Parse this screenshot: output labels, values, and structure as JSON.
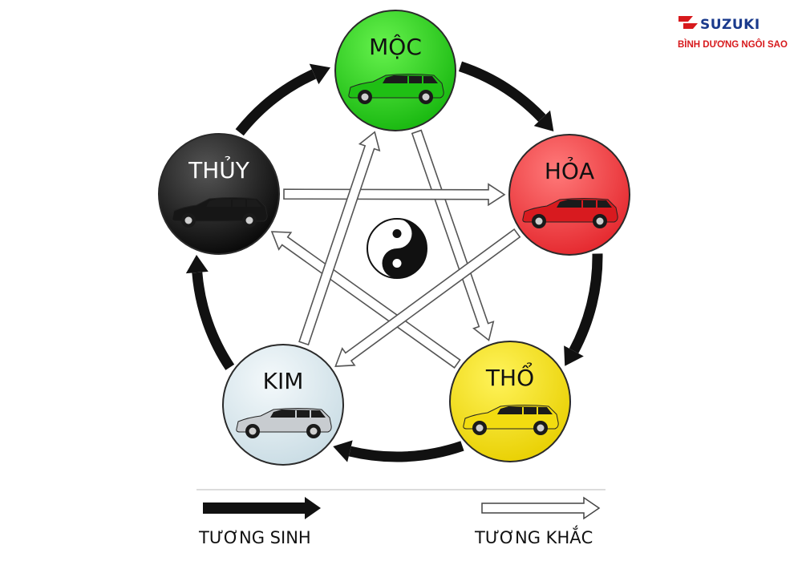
{
  "brand": {
    "name": "SUZUKI",
    "subtitle": "BÌNH DƯƠNG NGÔI SAO",
    "color": "#1a3a8c",
    "accent": "#d7191c"
  },
  "elements": [
    {
      "id": "moc",
      "label": "MỘC",
      "fill_light": "#66f24d",
      "fill_dark": "#16b60e",
      "car_color": "#1fbf14",
      "text_color": "#111111"
    },
    {
      "id": "hoa",
      "label": "HỎA",
      "fill_light": "#ff7a7a",
      "fill_dark": "#e4262c",
      "car_color": "#d81a1f",
      "text_color": "#111111"
    },
    {
      "id": "tho",
      "label": "THỔ",
      "fill_light": "#fff35a",
      "fill_dark": "#e8cf00",
      "car_color": "#f2dc10",
      "text_color": "#111111"
    },
    {
      "id": "kim",
      "label": "KIM",
      "fill_light": "#f4f9fb",
      "fill_dark": "#c9dce4",
      "car_color": "#c8ccd0",
      "text_color": "#111111"
    },
    {
      "id": "thuy",
      "label": "THỦY",
      "fill_light": "#555555",
      "fill_dark": "#060606",
      "car_color": "#161616",
      "text_color": "#ffffff"
    }
  ],
  "generating_cycle": [
    [
      "moc",
      "hoa"
    ],
    [
      "hoa",
      "tho"
    ],
    [
      "tho",
      "kim"
    ],
    [
      "kim",
      "thuy"
    ],
    [
      "thuy",
      "moc"
    ]
  ],
  "overcoming_cycle": [
    [
      "moc",
      "tho"
    ],
    [
      "tho",
      "thuy"
    ],
    [
      "thuy",
      "hoa"
    ],
    [
      "hoa",
      "kim"
    ],
    [
      "kim",
      "moc"
    ]
  ],
  "center_icon": "yin-yang-icon",
  "legend": {
    "generating": {
      "label": "TƯƠNG SINH",
      "icon": "solid-arrow-icon"
    },
    "overcoming": {
      "label": "TƯƠNG KHẮC",
      "icon": "outline-arrow-icon"
    }
  }
}
